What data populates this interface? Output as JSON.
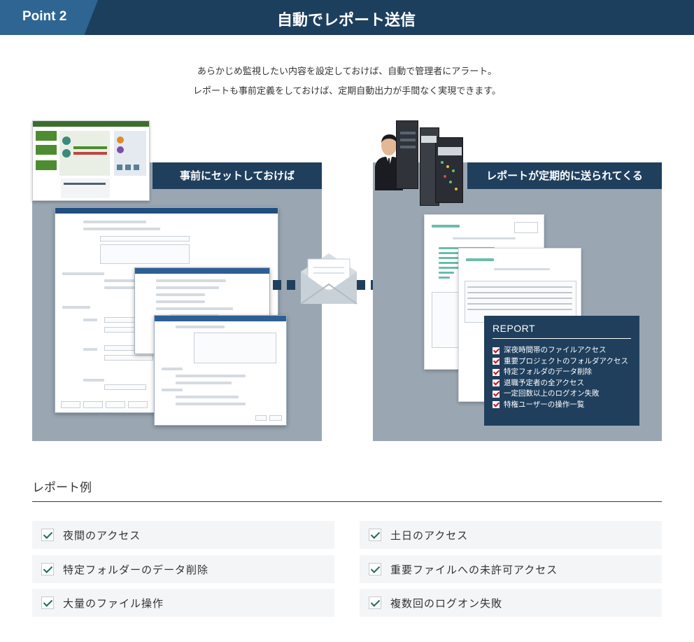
{
  "header": {
    "point_label": "Point 2",
    "title": "自動でレポート送信"
  },
  "intro": {
    "line1": "あらかじめ監視したい内容を設定しておけば、自動で管理者にアラート。",
    "line2": "レポートも事前定義をしておけば、定期自動出力が手間なく実現できます。"
  },
  "panels": {
    "left_title": "事前にセットしておけば",
    "right_title": "レポートが定期的に送られてくる"
  },
  "report": {
    "title": "REPORT",
    "items": [
      "深夜時間帯のファイルアクセス",
      "重要プロジェクトのフォルダアクセス",
      "特定フォルダのデータ削除",
      "退職予定者の全アクセス",
      "一定回数以上のログオン失敗",
      "特権ユーザーの操作一覧"
    ]
  },
  "examples": {
    "heading": "レポート例",
    "items": [
      "夜間のアクセス",
      "土日のアクセス",
      "特定フォルダーのデータ削除",
      "重要ファイルへの未許可アクセス",
      "大量のファイル操作",
      "複数回のログオン失敗"
    ]
  },
  "colors": {
    "navy": "#1f3f5d",
    "panel_gray": "#9aa7b3",
    "check_red": "#c8102e",
    "check_green": "#1f6b54"
  }
}
